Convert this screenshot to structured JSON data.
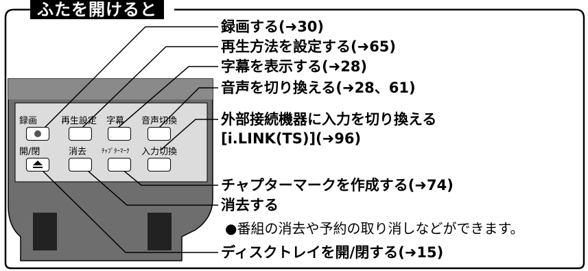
{
  "header": {
    "tab": "ふたを開けると"
  },
  "remote": {
    "row1": [
      "録画",
      "再生設定",
      "字幕",
      "音声切換"
    ],
    "row2": [
      "開/閉",
      "消去",
      "ﾁｬﾌﾟﾀｰﾏｰｸ",
      "入力切換"
    ]
  },
  "callouts": {
    "rec": "録画する(➜30)",
    "playback": "再生方法を設定する(➜65)",
    "subtitle": "字幕を表示する(➜28)",
    "audio": "音声を切り換える(➜28、61)",
    "input_line1": "外部接続機器に入力を切り換える",
    "input_line2": "[i.LINK(TS)](➜96)",
    "chapter": "チャプターマークを作成する(➜74)",
    "erase": "消去する",
    "erase_note": "●番組の消去や予約の取り消しなどができます。",
    "eject": "ディスクトレイを開/閉する(➜15)"
  }
}
